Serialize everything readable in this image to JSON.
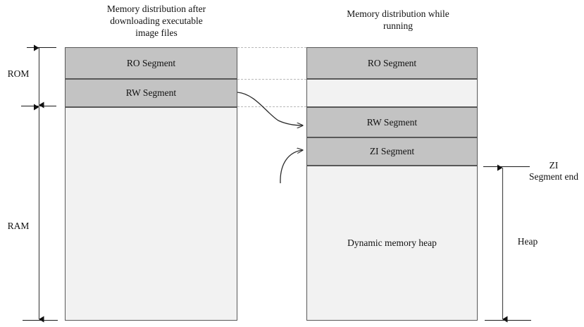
{
  "diagram": {
    "type": "memory-layout",
    "background": "#ffffff",
    "segment_fill": "#c3c3c3",
    "empty_fill": "#f2f2f2",
    "border_color": "#585858",
    "connector_color": "#2b2b2b",
    "dotted_color": "#b8b8b8"
  },
  "columns": [
    {
      "id": "left",
      "title": "Memory distribution after\ndownloading executable\nimage files",
      "segments": [
        {
          "id": "ro",
          "label": "RO Segment",
          "style": "filled"
        },
        {
          "id": "rw",
          "label": "RW Segment",
          "style": "filled"
        },
        {
          "id": "free",
          "label": "",
          "style": "empty"
        }
      ]
    },
    {
      "id": "right",
      "title": "Memory distribution while\nrunning",
      "segments": [
        {
          "id": "ro",
          "label": "RO Segment",
          "style": "filled"
        },
        {
          "id": "gap",
          "label": "",
          "style": "empty"
        },
        {
          "id": "rw",
          "label": "RW Segment",
          "style": "filled"
        },
        {
          "id": "zi",
          "label": "ZI Segment",
          "style": "filled"
        },
        {
          "id": "heap",
          "label": "Dynamic memory heap",
          "style": "empty"
        }
      ]
    }
  ],
  "left_axis": [
    {
      "id": "rom",
      "label": "ROM"
    },
    {
      "id": "ram",
      "label": "RAM"
    }
  ],
  "right_axis": [
    {
      "id": "zi-segment-end",
      "label": "ZI\nSegment end"
    },
    {
      "id": "heap",
      "label": "Heap"
    }
  ]
}
